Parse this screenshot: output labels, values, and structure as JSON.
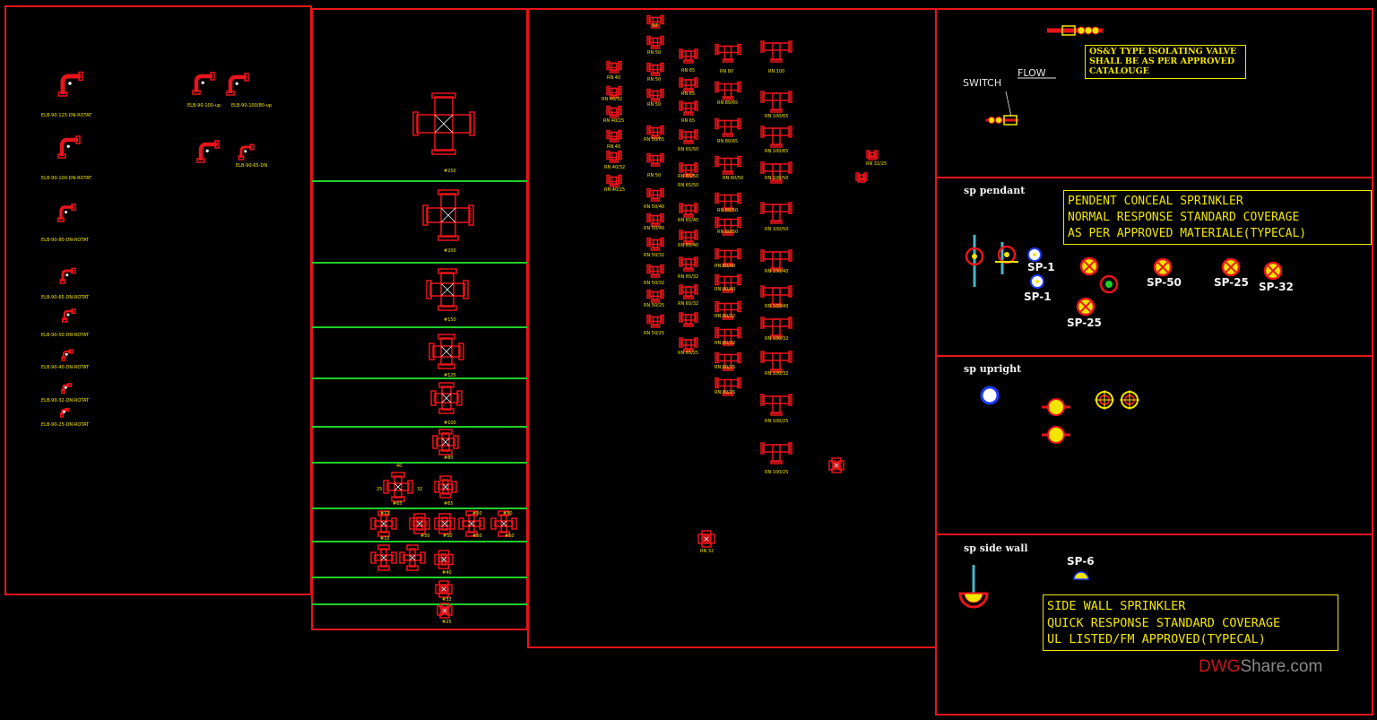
{
  "colors": {
    "frame": "#e8141b",
    "divider": "#1fd02a",
    "note": "#f2e600",
    "text": "#f2f2f2",
    "fitting": "#e8141b",
    "sprinkler_yellow": "#f2e600",
    "sprinkler_cyan": "#46b4c8"
  },
  "elbows": {
    "labels": [
      "ELB-90-125-DN-ROTAT",
      "ELB-90-100-DN-ROTAT",
      "ELB-90-80-DN-ROTAT",
      "ELB-90-65-DN-ROTAT",
      "ELB-90-50-DN-ROTAT",
      "ELB-90-40-DN-ROTAT",
      "ELB-90-32-DN-ROTAT",
      "ELB-90-25-DN-ROTAT",
      "ELB-90-100-up",
      "ELB-90-100/80-up",
      "ELB-90-65-DN"
    ]
  },
  "crosses": {
    "labels": [
      "#250",
      "#200",
      "#150",
      "#125",
      "#100",
      "#80",
      "#65",
      "#50",
      "#50",
      "#50",
      "#50",
      "#40",
      "#32",
      "#25"
    ],
    "side_labels": [
      "40",
      "25",
      "32",
      "#65",
      "#32",
      "#32",
      "#50",
      "#50"
    ]
  },
  "tees": {
    "col1": [
      "RN 40",
      "RN 40/32",
      "RN 40/25",
      "RN 40",
      "RN 40/32",
      "RN 40/25"
    ],
    "col2": [
      "50",
      "RN 50",
      "RN 50",
      "RN 50",
      "RN 50/65",
      "RN 50",
      "RN 50/40",
      "RN 50/40",
      "RN 50/32",
      "RN 50/32",
      "RN 50/25",
      "RN 50/25"
    ],
    "col3": [
      "RN 65",
      "RN 65",
      "RN 65",
      "RN 65/50",
      "RN 65/50",
      "RN 65/50",
      "RN 65/40",
      "RN 65/40",
      "RN 65/32",
      "RN 65/32",
      "RN 65/25"
    ],
    "col4": [
      "RN 80",
      "RN 80/65",
      "RN 80/65",
      "RN 80/50",
      "RN 80/50",
      "RN 80/50",
      "RN 80/40",
      "RN 80/40",
      "RN 80/32",
      "RN 80/32",
      "RN 80/25",
      "RN 80/25"
    ],
    "col5": [
      "RN 100",
      "RN 100/65",
      "RN 100/65",
      "RN 100/50",
      "RN 100/50",
      "RN 100/40",
      "RN 100/40",
      "RN 100/32",
      "RN 100/32",
      "RN 100/25",
      "RN 100/25"
    ],
    "extra": [
      "RN 32/25",
      "RN 32"
    ]
  },
  "valve": {
    "note_lines": [
      "OS&Y TYPE ISOLATING VALVE",
      "SHALL BE AS PER APPROVED",
      "CATALOUGE"
    ],
    "switch_label": "SWITCH",
    "flow_label": "FLOW"
  },
  "pendant": {
    "title": "sp pendant",
    "note_lines": [
      "PENDENT CONCEAL SPRINKLER",
      "NORMAL RESPONSE STANDARD COVERAGE",
      "AS PER APPROVED MATERIALE(TYPECAL)"
    ],
    "tags": [
      "SP-1",
      "SP-1",
      "SP-25",
      "SP-50",
      "SP-25",
      "SP-32"
    ]
  },
  "upright": {
    "title": "sp upright"
  },
  "sidewall": {
    "title": "sp side wall",
    "tag": "SP-6",
    "note_lines": [
      "SIDE WALL SPRINKLER",
      "QUICK RESPONSE STANDARD COVERAGE",
      "UL LISTED/FM APPROVED(TYPECAL)"
    ]
  },
  "watermark": {
    "part1": "DWG",
    "part2": "Share.com"
  }
}
